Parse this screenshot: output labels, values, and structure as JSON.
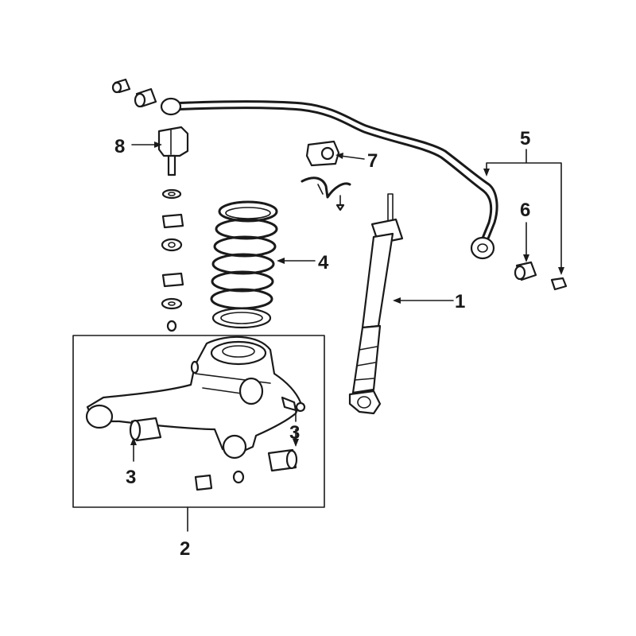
{
  "diagram": {
    "callouts": [
      {
        "id": "1",
        "label": "1"
      },
      {
        "id": "2",
        "label": "2"
      },
      {
        "id": "3a",
        "label": "3"
      },
      {
        "id": "3b",
        "label": "3"
      },
      {
        "id": "4",
        "label": "4"
      },
      {
        "id": "5",
        "label": "5"
      },
      {
        "id": "6",
        "label": "6"
      },
      {
        "id": "7",
        "label": "7"
      },
      {
        "id": "8",
        "label": "8"
      }
    ]
  },
  "colors": {
    "ink": "#1a1a1a",
    "background": "#ffffff"
  }
}
